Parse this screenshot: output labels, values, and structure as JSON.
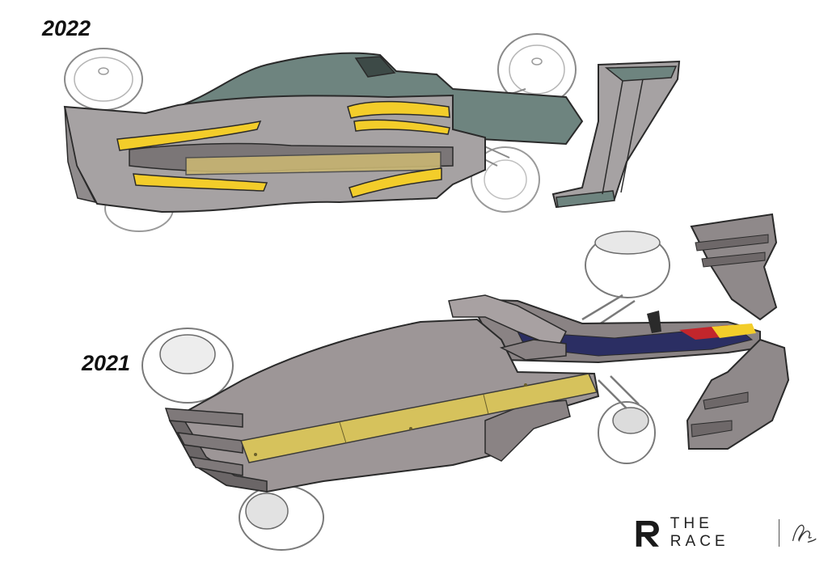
{
  "labels": {
    "year_top": "2022",
    "year_bottom": "2021"
  },
  "brand": {
    "name": "THE RACE",
    "logo_icon": "the-race-r-logo-icon",
    "signature_icon": "artist-signature-icon"
  },
  "colors": {
    "highlight_yellow": "#f3cd2a",
    "plank_yellow": "#d6c25c",
    "floor_grey": "#a6a2a3",
    "body_teal": "#6e847f",
    "dark_grey": "#6b6667",
    "outline": "#2a2a2a"
  }
}
